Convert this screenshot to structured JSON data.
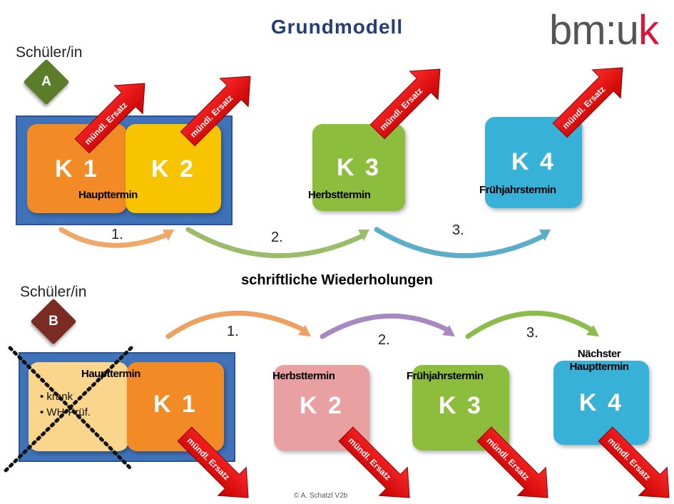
{
  "title": "Grundmodell",
  "logo": {
    "text": "bm:uk"
  },
  "model_a": {
    "student": "Schüler/in",
    "badge": "A",
    "cards": [
      {
        "label": "K 1",
        "color": "#f28a26"
      },
      {
        "label": "K 2",
        "color": "#f8c400"
      },
      {
        "label": "K 3",
        "color": "#8cbd3c"
      },
      {
        "label": "K 4",
        "color": "#38b1d8"
      }
    ],
    "terms": [
      "Haupttermin",
      "Herbsttermin",
      "Frühjahrstermin"
    ],
    "steps": [
      "1.",
      "2.",
      "3."
    ],
    "arrow_text": "mündl. Ersatz"
  },
  "section_heading": "schriftliche Wiederholungen",
  "model_b": {
    "student": "Schüler/in",
    "badge": "B",
    "crossed_items": [
      "krank",
      "WH-Prüf."
    ],
    "cards": [
      {
        "label": "K 1",
        "color": "#f28a26"
      },
      {
        "label": "K 2",
        "color": "#e9a0a0"
      },
      {
        "label": "K 3",
        "color": "#8cbd3c"
      },
      {
        "label": "K 4",
        "color": "#38b1d8"
      }
    ],
    "terms": [
      "Haupttermin",
      "Herbsttermin",
      "Frühjahrstermin",
      "Nächster Haupttermin"
    ],
    "steps": [
      "1.",
      "2.",
      "3."
    ],
    "arrow_text": "mündl. Ersatz"
  },
  "footer": "© A. Schatzl V2b"
}
